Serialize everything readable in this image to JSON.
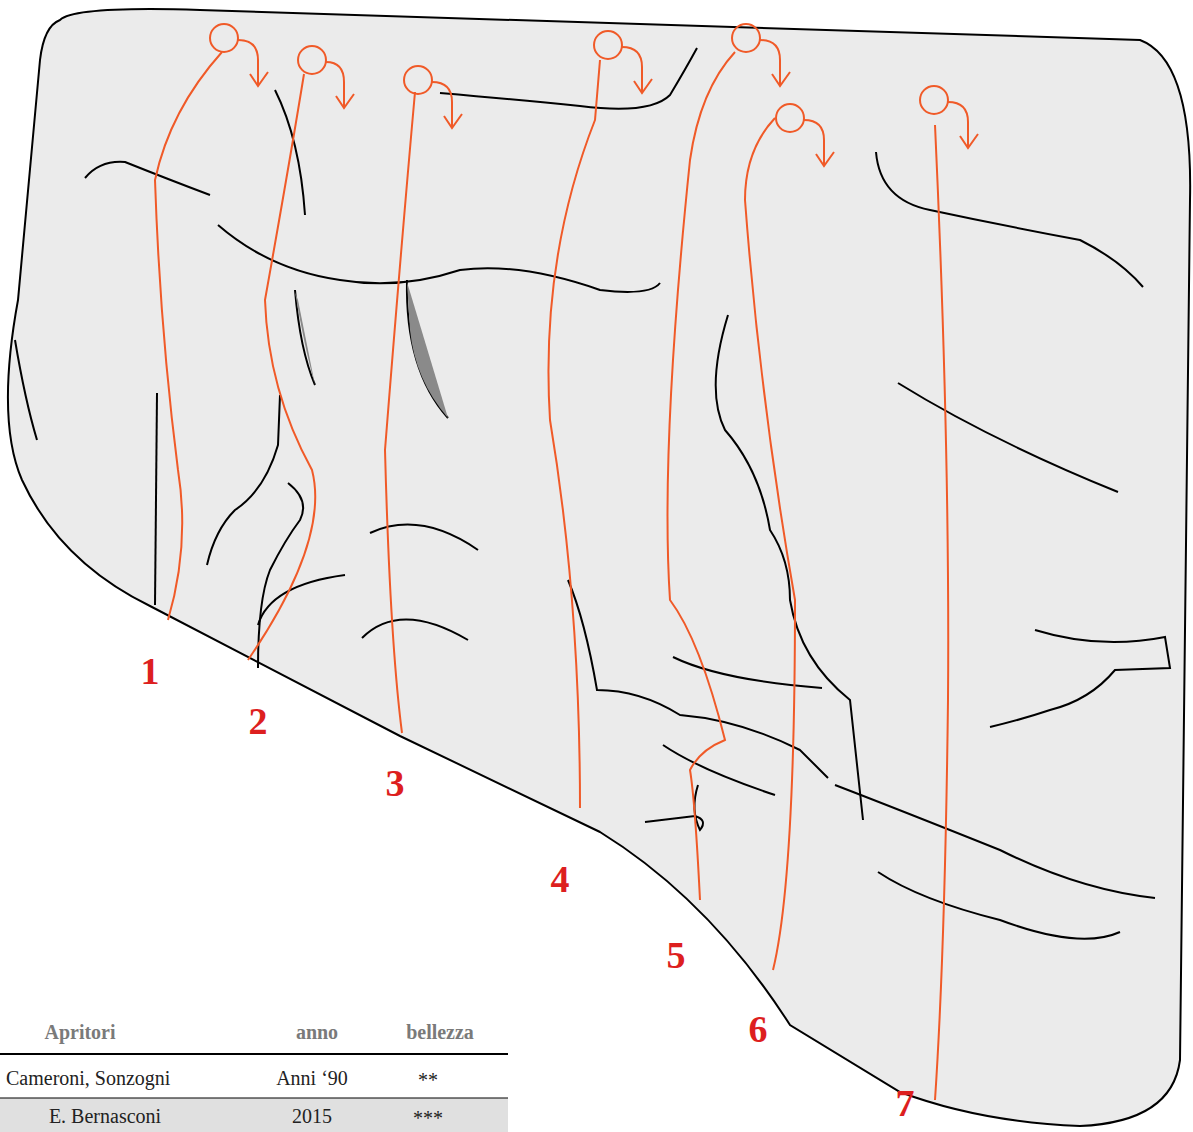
{
  "diagram": {
    "labels": [
      "1",
      "2",
      "3",
      "4",
      "5",
      "6",
      "7",
      "Apritori",
      "anno",
      "bellezza",
      "Cameroni, Sonzogni",
      "Anni ‘90",
      "**",
      "E. Bernasconi",
      "2015",
      "***"
    ]
  }
}
